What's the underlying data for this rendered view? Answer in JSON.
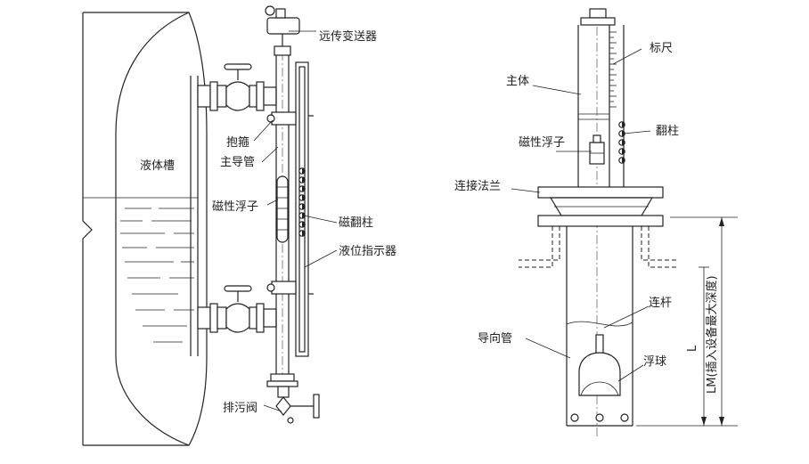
{
  "labels": {
    "transmitter": "远传变送器",
    "clamp": "抱箍",
    "main_guide_tube": "主导管",
    "liquid_tank": "液体槽",
    "magnetic_float_left": "磁性浮子",
    "magnetic_flip_column": "磁翻柱",
    "level_indicator": "液位指示器",
    "drain_valve": "排污阀",
    "scale": "标尺",
    "main_body": "主体",
    "flip_column": "翻柱",
    "magnetic_float_right": "磁性浮子",
    "connecting_flange": "连接法兰",
    "connecting_rod": "连杆",
    "guide_tube": "导向管",
    "float_ball": "浮球",
    "dim_l": "L",
    "dim_lm": "LM(插入设备最大深度)"
  }
}
